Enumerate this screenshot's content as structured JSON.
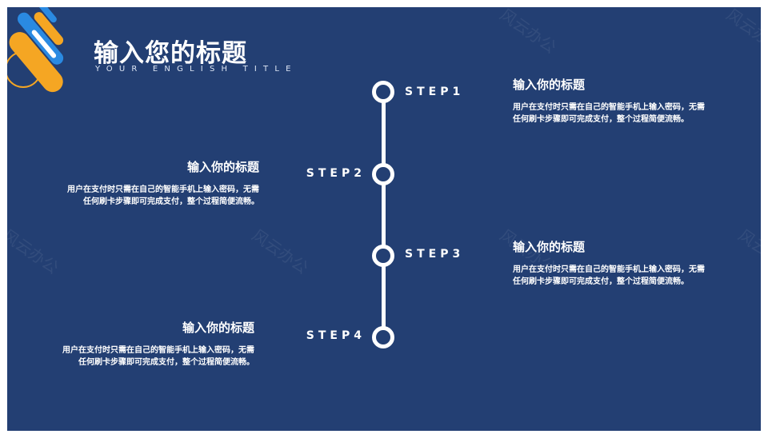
{
  "page": {
    "title": "输入您的标题",
    "subtitle": "YOUR ENGLISH TITLE",
    "watermark": "风云办公"
  },
  "colors": {
    "background": "#233f73",
    "accent_orange": "#f5a623",
    "accent_blue": "#2a8ae2",
    "text": "#ffffff"
  },
  "steps": [
    {
      "label": "STEP1",
      "heading": "输入你的标题",
      "body": "用户在支付时只需在自己的智能手机上输入密码，无需任何刷卡步骤即可完成支付，整个过程简便流畅。"
    },
    {
      "label": "STEP2",
      "heading": "输入你的标题",
      "body": "用户在支付时只需在自己的智能手机上输入密码，无需任何刷卡步骤即可完成支付，整个过程简便流畅。"
    },
    {
      "label": "STEP3",
      "heading": "输入你的标题",
      "body": "用户在支付时只需在自己的智能手机上输入密码，无需任何刷卡步骤即可完成支付，整个过程简便流畅。"
    },
    {
      "label": "STEP4",
      "heading": "输入你的标题",
      "body": "用户在支付时只需在自己的智能手机上输入密码，无需任何刷卡步骤即可完成支付，整个过程简便流畅。"
    }
  ]
}
